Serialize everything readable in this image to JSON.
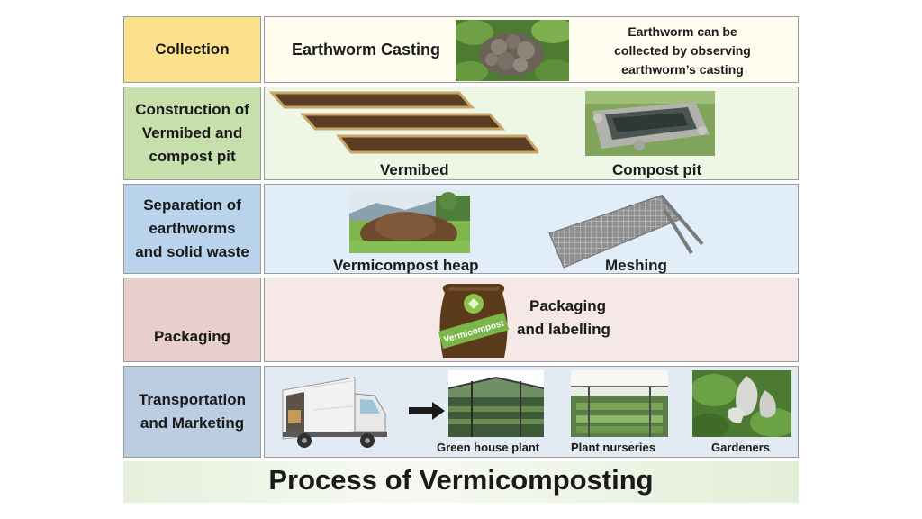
{
  "title": "Process of Vermicomposting",
  "stages": {
    "collection": "Collection",
    "construction": [
      "Construction of",
      "Vermibed and",
      "compost pit"
    ],
    "separation": [
      "Separation of",
      "earthworms",
      "and solid waste"
    ],
    "packaging": "Packaging",
    "transport": [
      "Transportation",
      "and Marketing"
    ]
  },
  "row1": {
    "casting": "Earthworm Casting",
    "note": [
      "Earthworm can be",
      "collected by observing",
      "earthworm’s casting"
    ]
  },
  "row2": {
    "vermibed": "Vermibed",
    "pit": "Compost pit"
  },
  "row3": {
    "heap": "Vermicompost heap",
    "meshing": "Meshing"
  },
  "row4": {
    "bag_label": "Vermicompost",
    "text": [
      "Packaging",
      "and labelling"
    ]
  },
  "row5": {
    "greenhouse": "Green house plant",
    "nurseries": "Plant nurseries",
    "gardeners": "Gardeners"
  },
  "colors": {
    "collection": "#fce18c",
    "row1": "#fffdf0",
    "construction": "#c7dfad",
    "row2": "#eef6e6",
    "separation": "#b9d3ec",
    "row3": "#e1edf8",
    "packaging": "#e8cfcb",
    "row4": "#f6e8e6",
    "transport": "#bccde1",
    "row5": "#e2eaf4"
  }
}
